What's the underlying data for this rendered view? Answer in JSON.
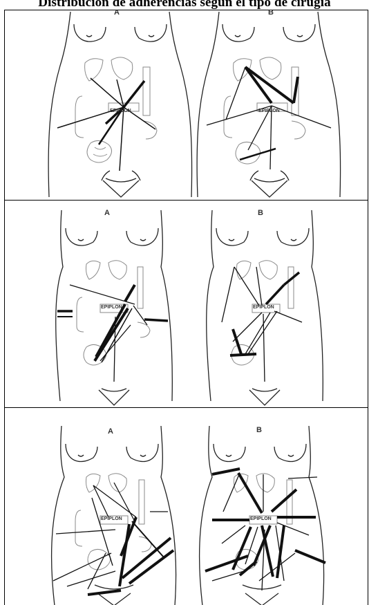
{
  "title": "Distribución de adherencias según el tipo de cirugía",
  "figure_labels": {
    "left": "A",
    "right": "B"
  },
  "organ_label": "EPIPLON",
  "panels": [
    {
      "id": "row-1"
    },
    {
      "id": "row-2"
    },
    {
      "id": "row-3"
    }
  ]
}
